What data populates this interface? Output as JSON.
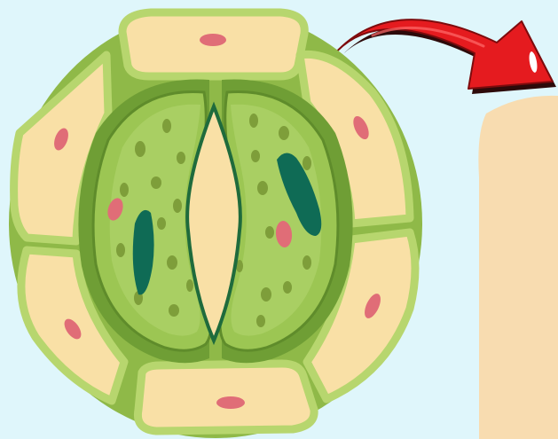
{
  "diagram": {
    "subject": "stomata",
    "components": [
      "subsidiary-cell",
      "guard-cell",
      "stomatal-pore",
      "chloroplast",
      "nucleus"
    ],
    "arrow_direction": "right",
    "colors": {
      "background": "#dff6fb",
      "cell_fill": "#f9e0a6",
      "cell_wall": "#b7d66e",
      "guard_cell_outer": "#6f9e35",
      "guard_cell_fill": "#9cc653",
      "guard_cell_inner": "#a9cf63",
      "pore": "#f9e0a6",
      "chloroplast": "#7e9e3a",
      "guard_nucleus": "#0f6b55",
      "subsidiary_nucleus": "#e06d77",
      "arrow": "#e51b1f",
      "arrow_shadow": "#3a0c0c",
      "panel": "#f8dcb0"
    }
  }
}
